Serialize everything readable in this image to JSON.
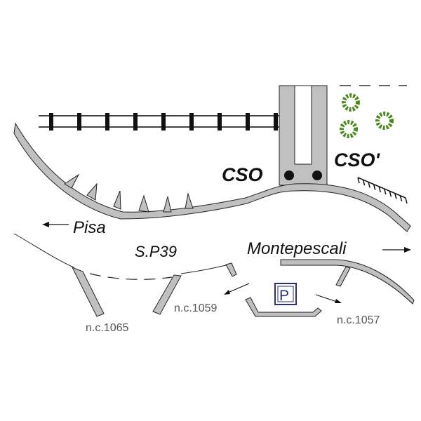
{
  "map": {
    "labels": {
      "cso": "CSO",
      "cso_prime": "CSO'",
      "pisa": "Pisa",
      "sp39": "S.P39",
      "montepescali": "Montepescali",
      "nc1065": "n.c.1065",
      "nc1059": "n.c.1059",
      "nc1057": "n.c.1057",
      "parking": "P"
    },
    "directions": {
      "pisa_arrow": "left",
      "montepescali_arrow": "right"
    },
    "icons": [
      "railway-track",
      "trees",
      "parking-icon",
      "embankment-hatch"
    ],
    "colors": {
      "road_fill": "#c0c0c0",
      "outline": "#222222",
      "tree_green": "#4a8a1e",
      "parking_blue": "#2a2f7a"
    }
  }
}
